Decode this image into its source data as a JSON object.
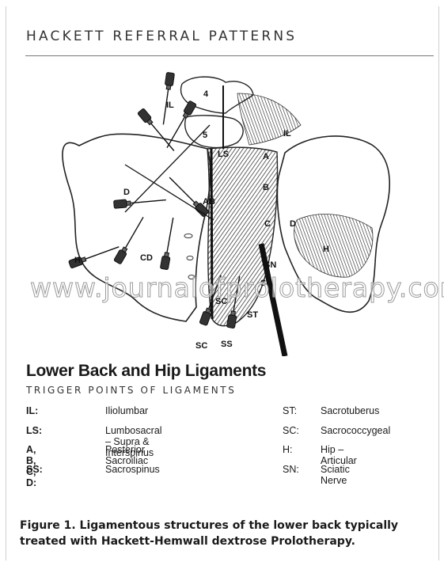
{
  "header": {
    "title": "HACKETT REFERRAL PATTERNS"
  },
  "illustration": {
    "labels": {
      "n4": "4",
      "n5": "5",
      "il_left": "IL",
      "il_right": "IL",
      "ls": "LS",
      "a": "A",
      "b": "B",
      "c": "C",
      "d_left": "D",
      "d_right": "D",
      "ab": "AB",
      "cd": "CD",
      "h_left": "H",
      "h_right": "H",
      "sn": "SN",
      "ss_inner": "SS",
      "sc_inner": "SC",
      "st": "ST",
      "sc_bottom": "SC",
      "ss_bottom": "SS"
    },
    "watermark": "www.journalofprolotherapy.com"
  },
  "legend": {
    "title": "Lower Back and Hip Ligaments",
    "subtitle": "TRIGGER POINTS OF LIGAMENTS",
    "left": [
      {
        "code": "IL:",
        "desc": "Iliolumbar"
      },
      {
        "code": "LS:",
        "desc": "Lumbosacral – Supra & Interspinus"
      },
      {
        "code": "A, B, C, D:",
        "desc": "Posterior Sacroiliac"
      },
      {
        "code": "SS:",
        "desc": "Sacrospinus"
      }
    ],
    "right": [
      {
        "code": "ST:",
        "desc": "Sacrotuberus"
      },
      {
        "code": "SC:",
        "desc": "Sacrococcygeal"
      },
      {
        "code": "H:",
        "desc": "Hip – Articular"
      },
      {
        "code": "SN:",
        "desc": "Sciatic Nerve"
      }
    ]
  },
  "caption": "Figure 1. Ligamentous structures of the lower back typically treated with Hackett-Hemwall dextrose Prolotherapy."
}
